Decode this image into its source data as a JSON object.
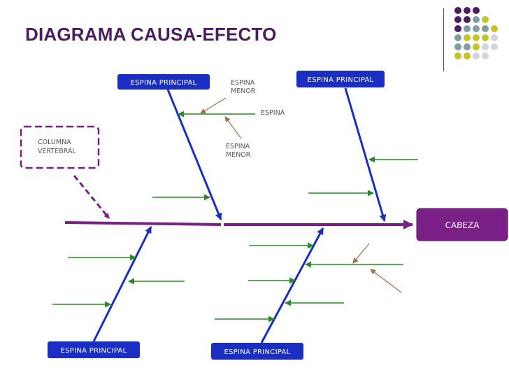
{
  "title": "DIAGRAMA CAUSA-EFECTO",
  "labels": {
    "espina_principal": "ESPINA PRINCIPAL",
    "espina_menor_1": "ESPINA",
    "espina_menor_1b": "MENOR",
    "espina": "ESPINA",
    "espina_menor_2": "ESPINA",
    "espina_menor_2b": "MENOR",
    "columna_1": "COLUMNA",
    "columna_2": "VERTEBRAL",
    "cabeza": "CABEZA"
  },
  "colors": {
    "title": "#4a1d5e",
    "spine": "#7a1f86",
    "bone": "#1a2fc2",
    "cause_arrow": "#2a8a2a",
    "minor_arrow": "#a0704a",
    "dot_purple": "#4a1d5e",
    "dot_teal": "#7f9ea0",
    "dot_yellow": "#c2c42a",
    "dot_grey": "#d4d4dc"
  }
}
